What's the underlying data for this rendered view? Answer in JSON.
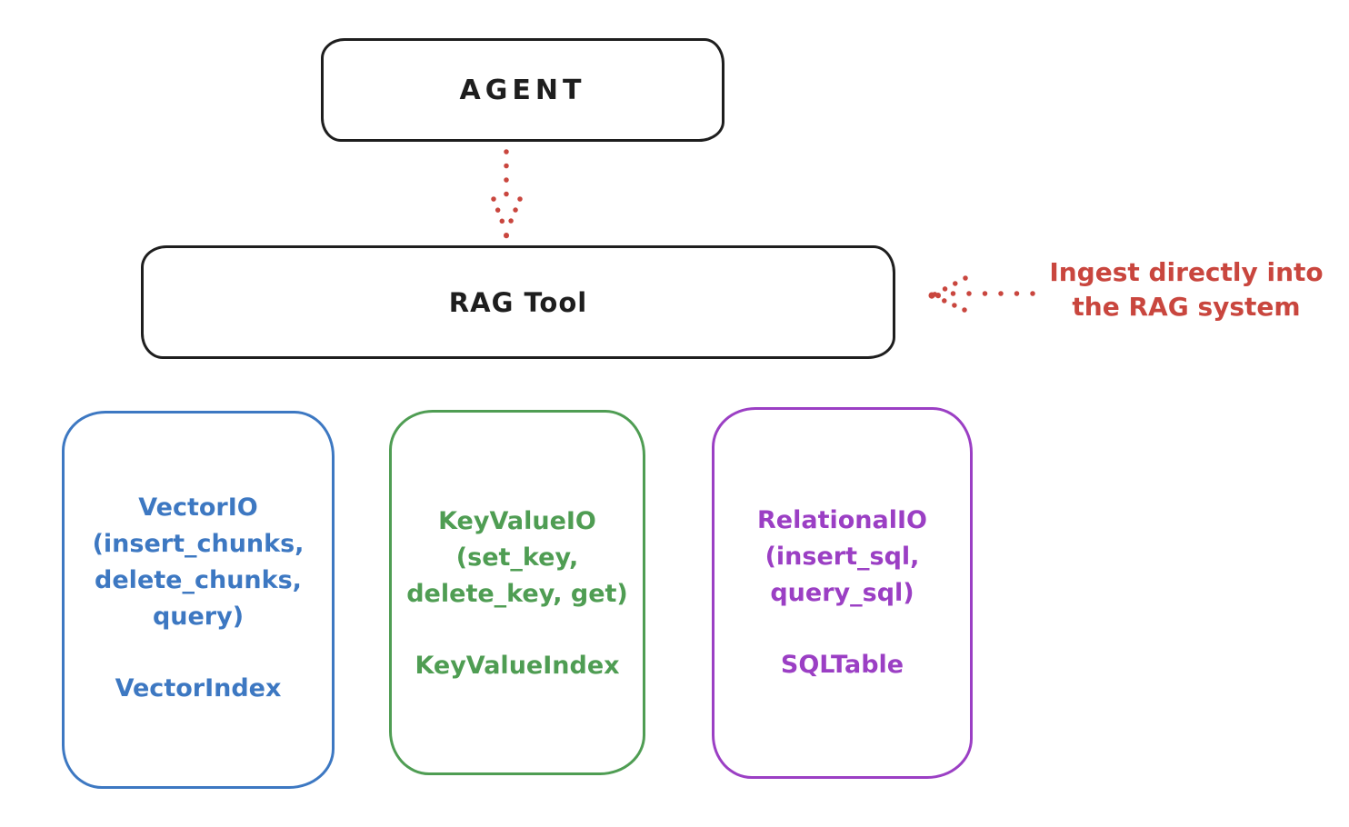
{
  "diagram": {
    "agent": {
      "label": "AGENT"
    },
    "rag_tool": {
      "label": "RAG Tool"
    },
    "annotation": {
      "line1": "Ingest directly into",
      "line2": "the RAG system",
      "color": "#c9463e"
    },
    "boxes": {
      "vector": {
        "color": "#3d78c2",
        "line1": "VectorIO",
        "line2": "(insert_chunks,",
        "line3": "delete_chunks,",
        "line4": "query)",
        "index_label": "VectorIndex"
      },
      "keyvalue": {
        "color": "#4f9d53",
        "line1": "KeyValueIO",
        "line2": "(set_key,",
        "line3": "delete_key, get)",
        "index_label": "KeyValueIndex"
      },
      "relational": {
        "color": "#9b3fc4",
        "line1": "RelationalIO",
        "line2": "(insert_sql,",
        "line3": "query_sql)",
        "index_label": "SQLTable"
      }
    },
    "colors": {
      "node_border": "#1e1e1e",
      "node_text": "#1e1e1e",
      "arrow_red": "#c9463e",
      "background": "#ffffff"
    }
  }
}
